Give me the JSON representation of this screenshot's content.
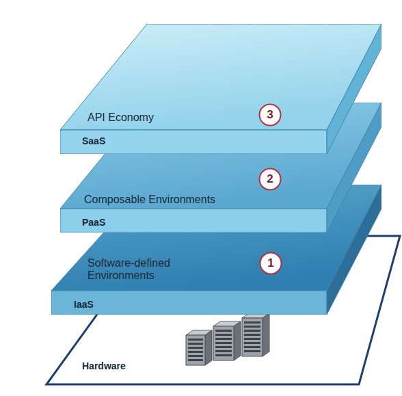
{
  "diagram": {
    "nodes": [
      {
        "text": [
          "API Economy",
          "SaaS"
        ]
      },
      {
        "text": [
          "3"
        ],
        "in": 0
      },
      {
        "text": [
          "Composable Environments",
          "PaaS"
        ]
      },
      {
        "text": [
          "2"
        ],
        "in": 2
      },
      {
        "text": [
          "Software-defined Environments",
          "IaaS"
        ]
      },
      {
        "text": [
          "1"
        ],
        "in": 4
      },
      {
        "text": [
          "Hardware"
        ]
      }
    ]
  }
}
